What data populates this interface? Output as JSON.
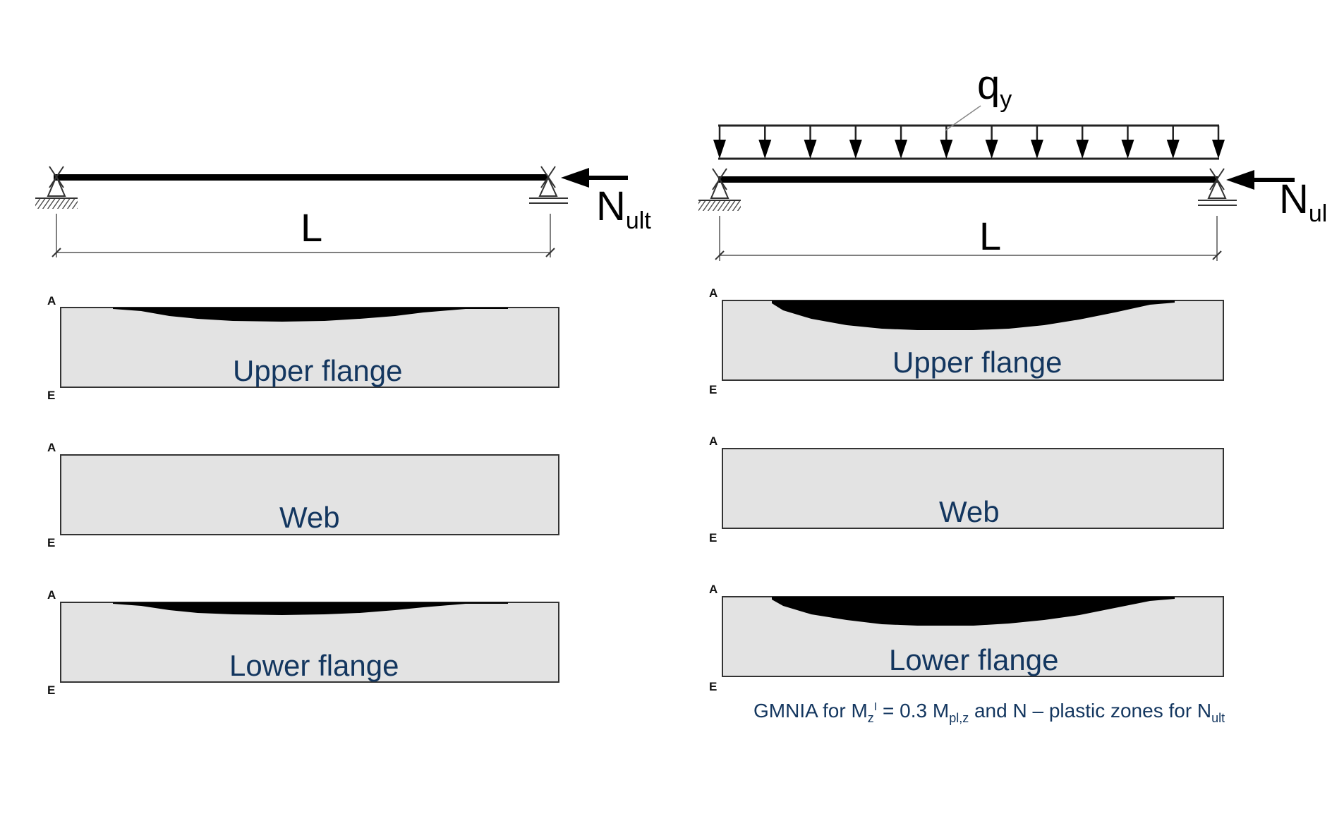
{
  "left": {
    "beam": {
      "span_label": "L",
      "load_label": "N",
      "load_label_sub": "ult"
    },
    "panels": [
      {
        "top_mark": "A",
        "bottom_mark": "E",
        "label": "Upper flange"
      },
      {
        "top_mark": "A",
        "bottom_mark": "E",
        "label": "Web"
      },
      {
        "top_mark": "A",
        "bottom_mark": "E",
        "label": "Lower flange"
      }
    ]
  },
  "right": {
    "beam": {
      "span_label": "L",
      "load_label": "N",
      "load_label_sub": "ul",
      "distributed_load_label": "q",
      "distributed_load_sub": "y"
    },
    "panels": [
      {
        "top_mark": "A",
        "bottom_mark": "E",
        "label": "Upper flange"
      },
      {
        "top_mark": "A",
        "bottom_mark": "E",
        "label": "Web"
      },
      {
        "top_mark": "A",
        "bottom_mark": "E",
        "label": "Lower flange"
      }
    ],
    "caption": {
      "t1": "GMNIA for M",
      "s1": "z",
      "sup1": "I",
      "t2": " = 0.3 M",
      "s2": "pl,z",
      "t3": " and N – plastic zones for N",
      "s3": "ult"
    }
  }
}
